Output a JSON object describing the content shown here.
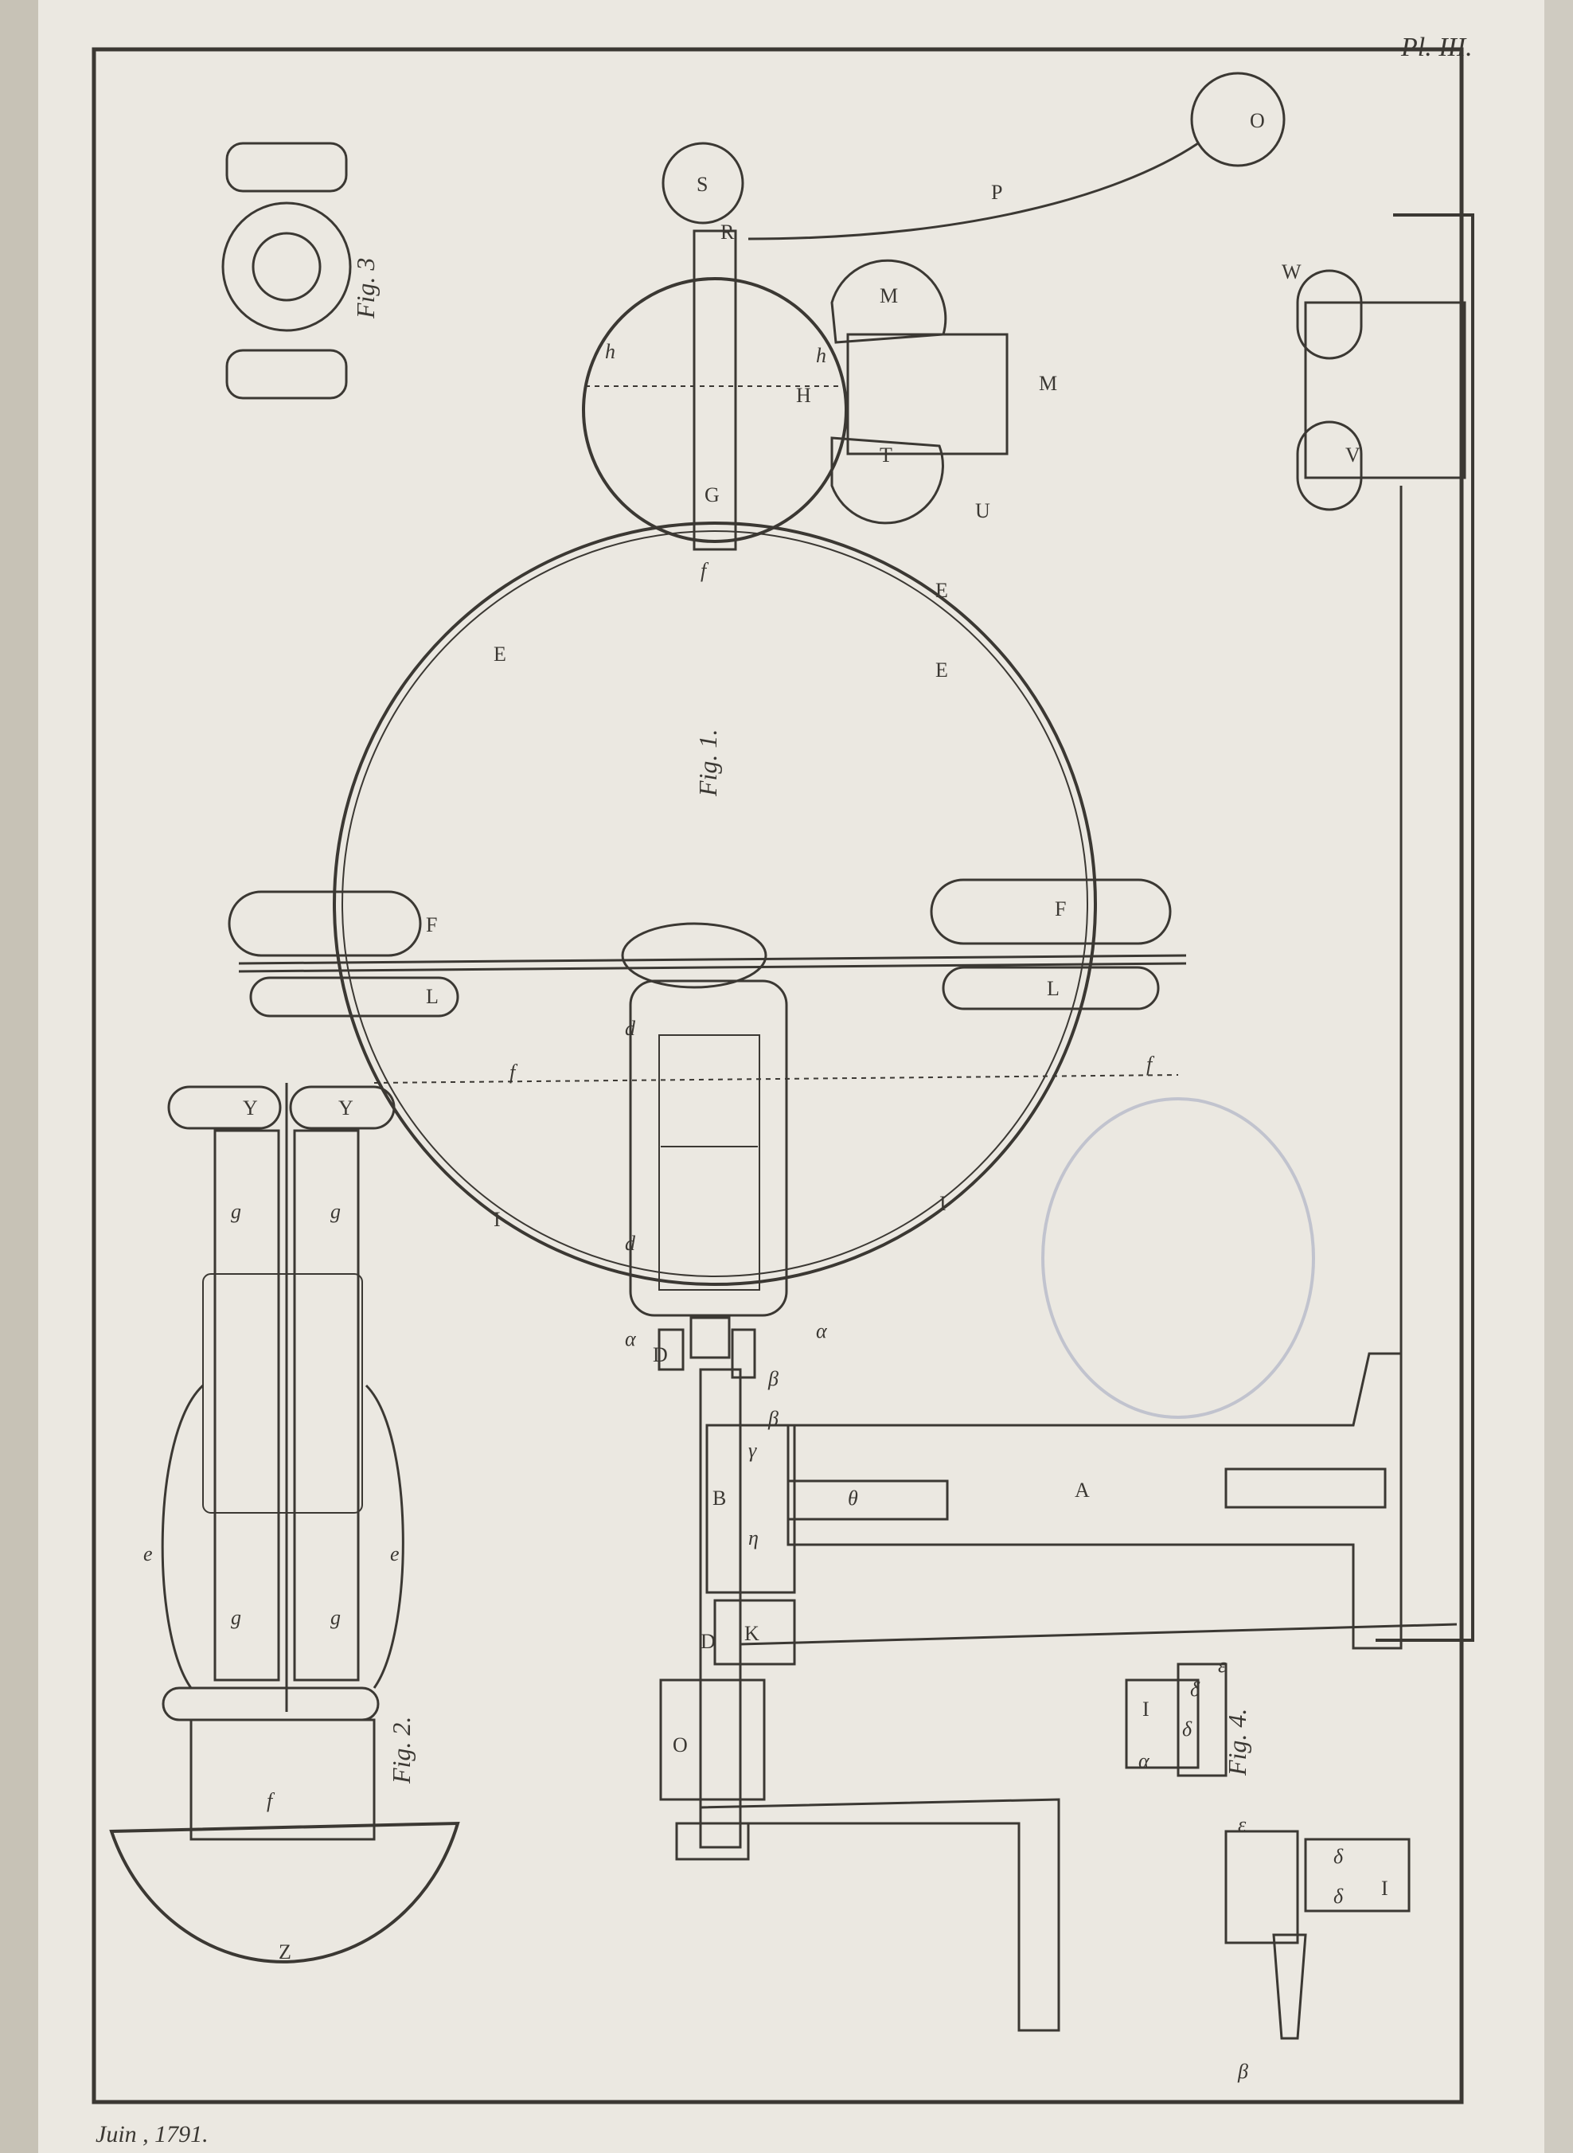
{
  "plate": {
    "number": "Pl. III.",
    "date": "Juin , 1791."
  },
  "figures": {
    "fig1": "Fig. 1.",
    "fig2": "Fig. 2.",
    "fig3": "Fig. 3",
    "fig4": "Fig. 4."
  },
  "labels": {
    "A": "A",
    "B": "B",
    "D": "D",
    "D2": "D",
    "E1": "E",
    "E2": "E",
    "E3": "E",
    "F1": "F",
    "F2": "F",
    "G": "G",
    "H": "H",
    "I1": "I",
    "I2": "I",
    "I3": "I",
    "I4": "I",
    "K": "K",
    "L1": "L",
    "L2": "L",
    "M1": "M",
    "M2": "M",
    "O1": "O",
    "O2": "O",
    "P": "P",
    "R": "R",
    "S": "S",
    "T": "T",
    "U": "U",
    "V": "V",
    "W": "W",
    "Y1": "Y",
    "Y2": "Y",
    "Z": "Z",
    "alpha1": "α",
    "alpha2": "α",
    "alpha3": "α",
    "beta1": "β",
    "beta2": "β",
    "beta3": "β",
    "gamma": "γ",
    "eta": "η",
    "theta": "θ",
    "delta1": "δ",
    "delta2": "δ",
    "delta3": "δ",
    "delta4": "δ",
    "eps1": "ε",
    "eps2": "ε",
    "f1": "f",
    "f2": "f",
    "f3": "f",
    "f4": "f",
    "g1": "g",
    "g2": "g",
    "g3": "g",
    "g4": "g",
    "e1": "e",
    "e2": "e",
    "h1": "h",
    "h2": "h",
    "d1": "d",
    "d2": "d"
  },
  "colors": {
    "paper": "#ebe8e1",
    "ink": "#3b3833",
    "stamp": "#8f97b8",
    "background": "#cfcbc1"
  }
}
